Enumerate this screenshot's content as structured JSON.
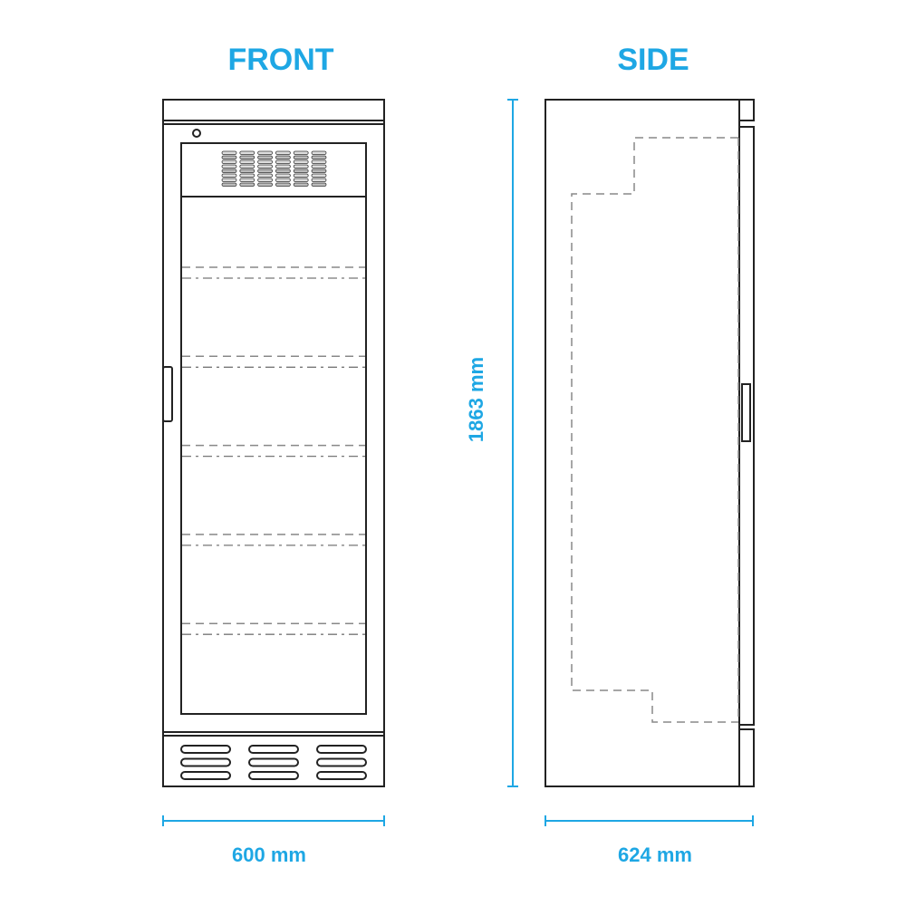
{
  "titles": {
    "front": "FRONT",
    "side": "SIDE"
  },
  "dimensions": {
    "height": "1863 mm",
    "front_width": "600 mm",
    "side_depth": "624 mm"
  },
  "colors": {
    "accent": "#1ea7e4",
    "line": "#222222",
    "hidden_line": "#888888"
  },
  "front": {
    "shelf_count": 5,
    "bottom_vent_groups": 3,
    "bottom_vent_rows": 3,
    "top_louver_columns": 6,
    "top_louver_rows": 8
  }
}
